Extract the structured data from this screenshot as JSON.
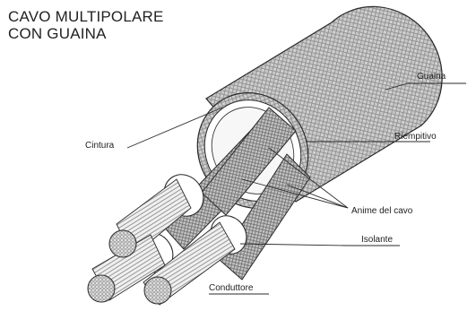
{
  "title": {
    "line1": "CAVO MULTIPOLARE",
    "line2": "CON GUAINA"
  },
  "labels": {
    "guaina": "Guaina",
    "cintura": "Cintura",
    "riempitivo": "Riempitivo",
    "anime": "Anime del cavo",
    "isolante": "Isolante",
    "conduttore": "Conduttore"
  },
  "colors": {
    "line": "#2a2a2a",
    "background": "#ffffff"
  }
}
